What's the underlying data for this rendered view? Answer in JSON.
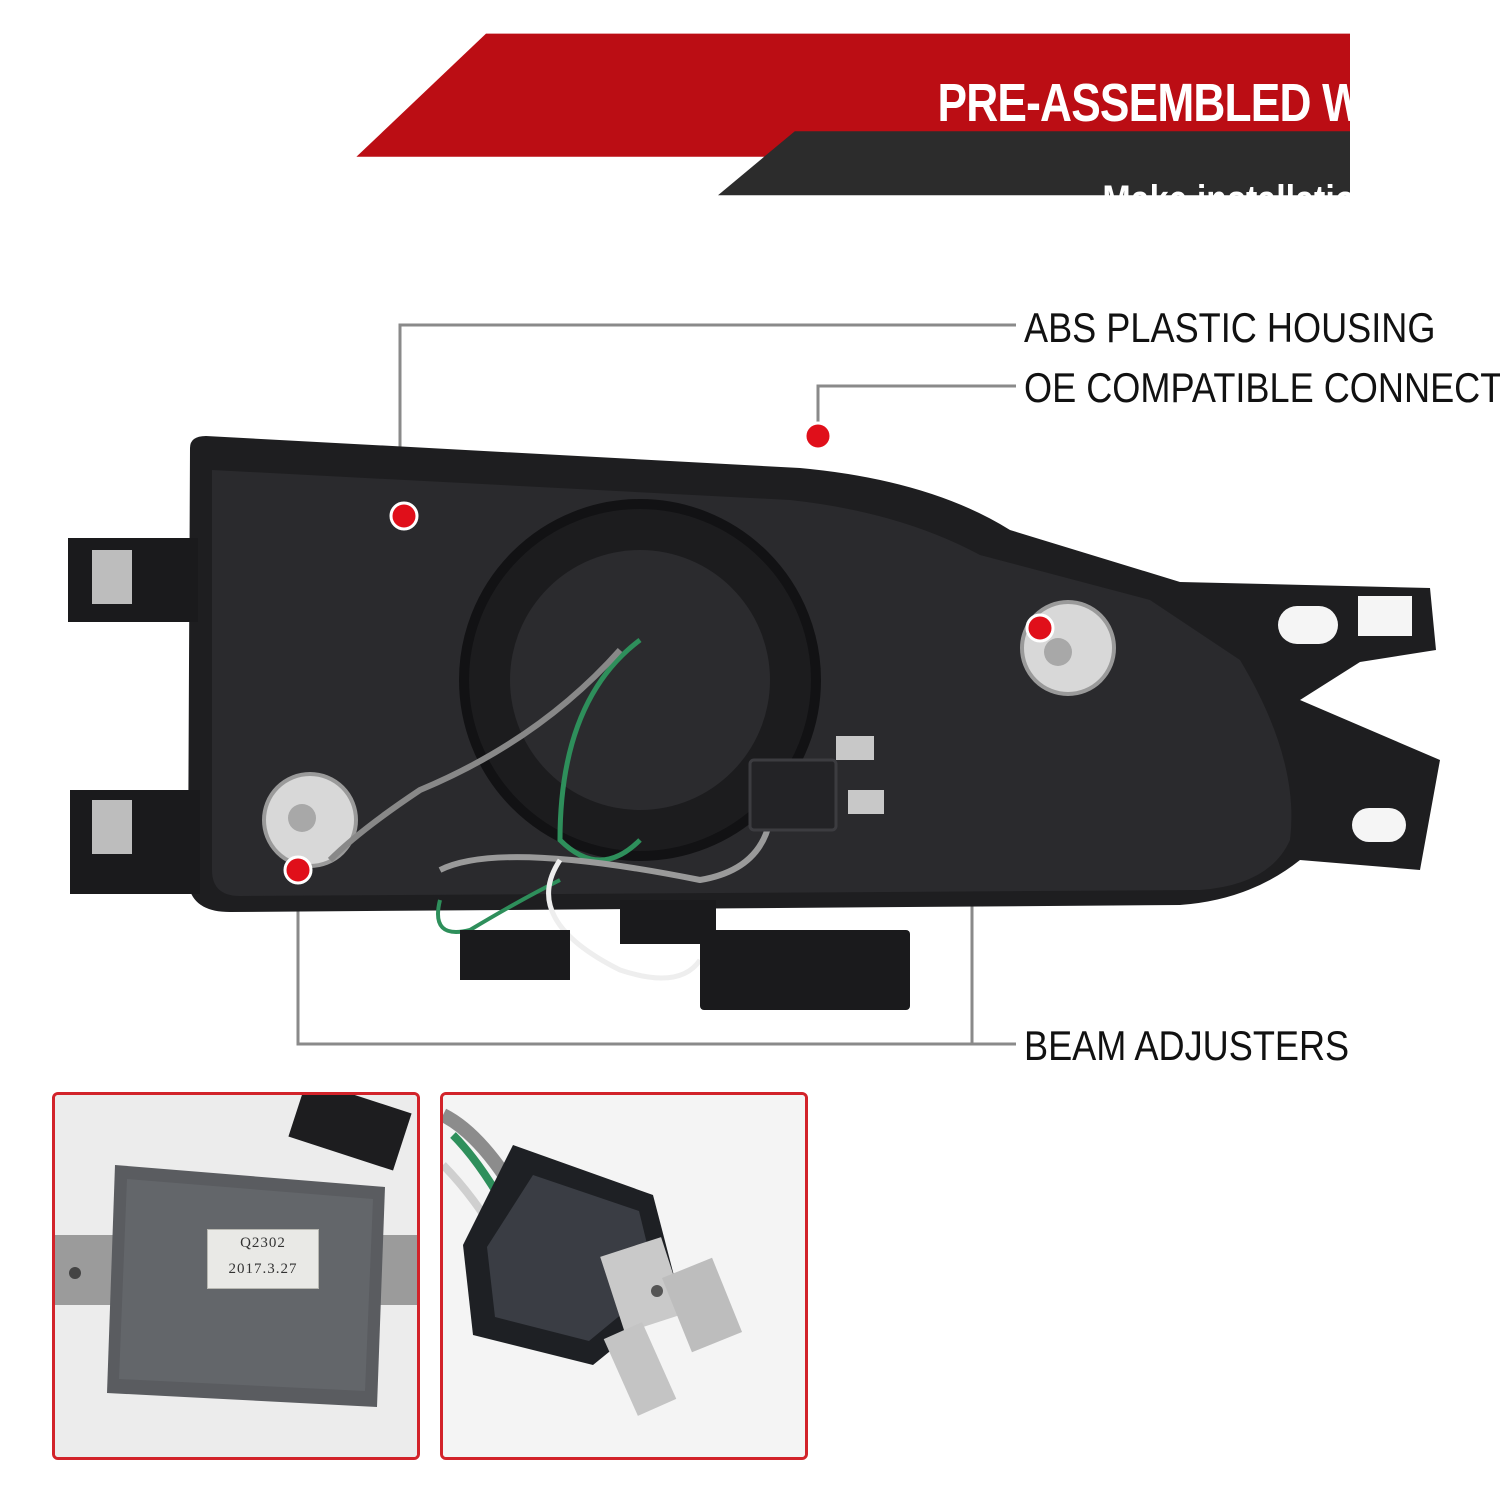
{
  "banner": {
    "title": "PRE-ASSEMBLED WIRING",
    "subtitle": "Make installation easier",
    "colors": {
      "red": "#bb0d14",
      "dark": "#2c2c2c"
    }
  },
  "callouts": {
    "housing": "ABS PLASTIC HOUSING",
    "connector": "OE COMPATIBLE CONNECTOR",
    "adjusters": "BEAM ADJUSTERS"
  },
  "insets": {
    "module_label": {
      "line1": "Q2302",
      "line2": "2017.3.27"
    },
    "frame_color": "#d2232a"
  },
  "colors": {
    "accent": "#e00f1a",
    "leader": "#8a8a8a"
  }
}
